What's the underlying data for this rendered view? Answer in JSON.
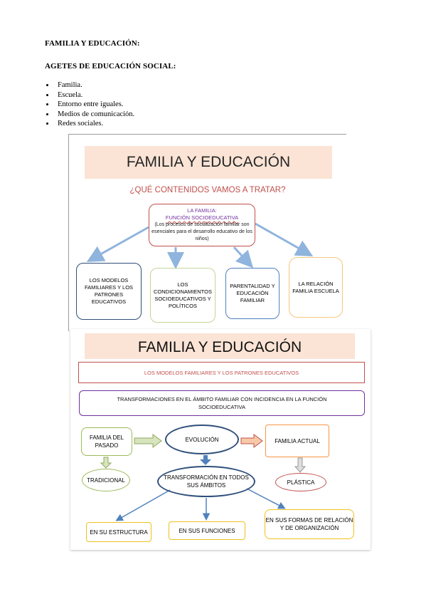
{
  "document": {
    "heading1": "FAMILIA Y EDUCACIÓN:",
    "heading2": "AGETES DE EDUCACIÓN SOCIAL:",
    "agents": [
      "Familia.",
      "Escuela.",
      "Entorno entre iguales.",
      "Medios de comunicación.",
      "Redes sociales."
    ]
  },
  "slide1": {
    "title": "FAMILIA Y EDUCACIÓN",
    "subtitle": "¿QUÉ CONTENIDOS VAMOS A TRATAR?",
    "center": {
      "line1": "LA FAMILIA:",
      "line2": "FUNCIÓN SOCIOEDUCATIVA",
      "line3": "(Los procesos de socialización familiar son esenciales para el desarrollo educativo de los niños)"
    },
    "boxes": [
      "LOS MODELOS FAMILIARES Y LOS PATRONES EDUCATIVOS",
      "LOS CONDICIONAMIENTOS SOCIOEDUCATIVOS Y POLÍTICOS",
      "PARENTALIDAD Y EDUCACIÓN FAMILIAR",
      "LA RELACIÓN FAMILIA ESCUELA"
    ]
  },
  "slide2": {
    "title": "FAMILIA Y EDUCACIÓN",
    "band1": "LOS MODELOS FAMILIARES Y LOS PATRONES EDUCATIVOS",
    "band2": "TRANSFORMACIONES EN EL ÁMBITO FAMILIAR CON INCIDENCIA EN LA FUNCIÓN SOCIOEDUCATIVA",
    "familia_pasado": "FAMILIA DEL PASADO",
    "evolucion": "EVOLUCIÓN",
    "familia_actual": "FAMILIA ACTUAL",
    "tradicional": "TRADICIONAL",
    "transformacion": "TRANSFORMACIÓN EN TODOS SUS ÁMBITOS",
    "plastica": "PLÁSTICA",
    "estructura": "EN SU ESTRUCTURA",
    "funciones": "EN SUS FUNCIONES",
    "formas": "EN SUS FORMAS DE RELACIÓN Y DE ORGANIZACIÓN"
  },
  "colors": {
    "title_band": "#fbe4d5",
    "red": "#c0504d",
    "purple": "#7030a0",
    "navy": "#2f4f7a",
    "green": "#9bbb59",
    "orange": "#f79646",
    "yellow": "#f0c020"
  }
}
